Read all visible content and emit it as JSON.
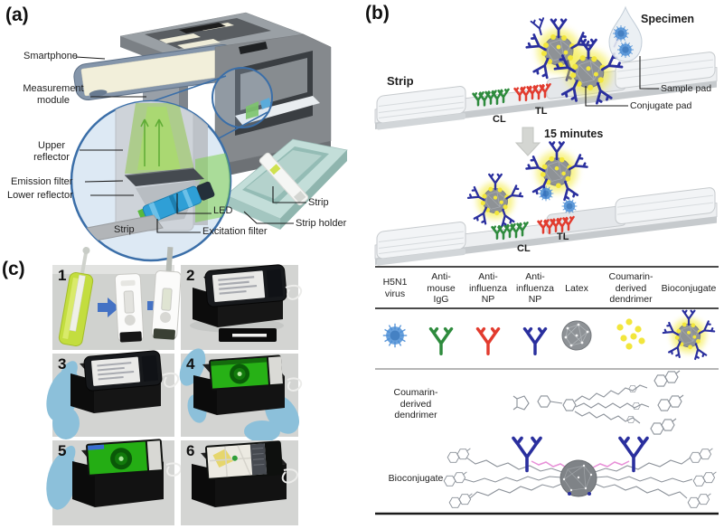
{
  "panels": {
    "a": {
      "tag": "(a)",
      "labels": {
        "smartphone": "Smartphone",
        "measurement_module": "Measurement\nmodule",
        "upper_reflector": "Upper\nreflector",
        "emission_filter": "Emission filter",
        "lower_reflector": "Lower reflector",
        "strip": "Strip",
        "led": "LED",
        "excitation_filter": "Excitation filter",
        "strip_right": "Strip",
        "strip_holder": "Strip holder"
      }
    },
    "b": {
      "tag": "(b)",
      "labels": {
        "specimen": "Specimen",
        "strip": "Strip",
        "sample_pad": "Sample pad",
        "conjugate_pad": "Conjugate pad",
        "control_line": "CL",
        "test_line": "TL",
        "incubation_time": "15 minutes",
        "control_line_2": "CL",
        "test_line_2": "TL"
      },
      "legend": {
        "columns": [
          {
            "label": "H5N1\nvirus",
            "icon": "h5n1-virus-icon"
          },
          {
            "label": "Anti-\nmouse\nIgG",
            "icon": "green-antibody-icon"
          },
          {
            "label": "Anti-\ninfluenza\nNP",
            "icon": "red-antibody-icon"
          },
          {
            "label": "Anti-\ninfluenza\nNP",
            "icon": "blue-antibody-icon"
          },
          {
            "label": "Latex",
            "icon": "latex-particle-icon"
          },
          {
            "label": "Coumarin-\nderived\ndendrimer",
            "icon": "coumarin-dots-icon"
          },
          {
            "label": "Bioconjugate",
            "icon": "bioconjugate-icon"
          }
        ]
      },
      "structures": {
        "coumarin_label": "Coumarin-\nderived\ndendrimer",
        "bioconjugate_label": "Bioconjugate"
      }
    },
    "c": {
      "tag": "(c)",
      "steps": [
        "1",
        "2",
        "3",
        "4",
        "5",
        "6"
      ]
    }
  },
  "colors": {
    "green_antibody": "#2e8b3d",
    "red_antibody": "#e23b2e",
    "blue_antibody": "#2a2f9e",
    "latex_gray": "#8e9296",
    "coumarin_yellow": "#f2e63c",
    "virus_blue": "#4d8fd6",
    "callout_blue": "#3a6ea8",
    "strip_holder_teal": "#c3ded9",
    "glove_blue": "#8cc0da",
    "screen_green": "#27b116"
  }
}
